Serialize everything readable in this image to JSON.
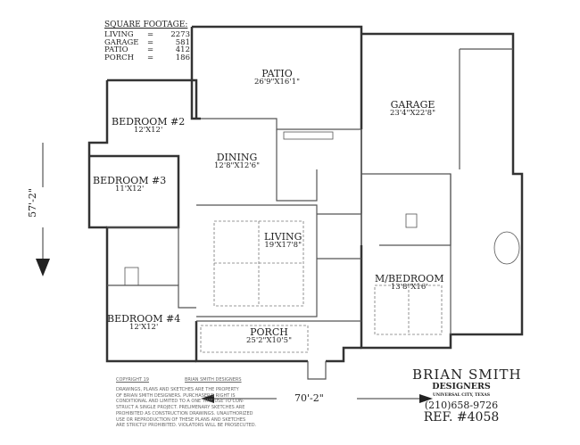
{
  "square_footage": {
    "title": "SQUARE FOOTAGE:",
    "rows": [
      {
        "label": "LIVING",
        "eq": "=",
        "value": "2273"
      },
      {
        "label": "GARAGE",
        "eq": "=",
        "value": "581"
      },
      {
        "label": "PATIO",
        "eq": "=",
        "value": "412"
      },
      {
        "label": "PORCH",
        "eq": "=",
        "value": "186"
      }
    ]
  },
  "rooms": [
    {
      "name": "PATIO",
      "dims": "26'9\"X16'1\""
    },
    {
      "name": "GARAGE",
      "dims": "23'4\"X22'8\""
    },
    {
      "name": "BEDROOM #2",
      "dims": "12'X12'"
    },
    {
      "name": "DINING",
      "dims": "12'8\"X12'6\""
    },
    {
      "name": "BEDROOM #3",
      "dims": "11'X12'"
    },
    {
      "name": "LIVING",
      "dims": "19'X17'8\""
    },
    {
      "name": "M/BEDROOM",
      "dims": "13'8\"X16'"
    },
    {
      "name": "BEDROOM #4",
      "dims": "12'X12'"
    },
    {
      "name": "PORCH",
      "dims": "25'2\"X10'5\""
    }
  ],
  "dimensions": {
    "depth": "57'-2\"",
    "width": "70'-2\""
  },
  "copyright": {
    "line": "COPYRIGHT 19",
    "owner": "BRIAN SMITH DESIGNERS",
    "notice": [
      "DRAWINGS, PLANS AND SKETCHES ARE THE PROPERTY",
      "OF BRIAN SMITH DESIGNERS.  PURCHASER'S RIGHT IS",
      "CONDITIONAL AND LIMITED TO A ONE TIME USE TO CON-",
      "STRUCT A SINGLE PROJECT.  PRELIMENARY SKETCHES ARE",
      "PROHIBITED AS CONSTRUCTION DRAWINGS.  UNAUTHORIZED",
      "USE OR REPRODUCTION OF THESE PLANS AND SKETCHES",
      "ARE STRICTLY PROHIBITED.  VIOLATORS WILL BE PROSECUTED."
    ]
  },
  "brand": {
    "name": "BRIAN SMITH",
    "sub": "DESIGNERS",
    "location": "UNIVERSAL CITY, TEXAS",
    "phone": "(210)658-9726",
    "ref": "REF. #4058"
  }
}
